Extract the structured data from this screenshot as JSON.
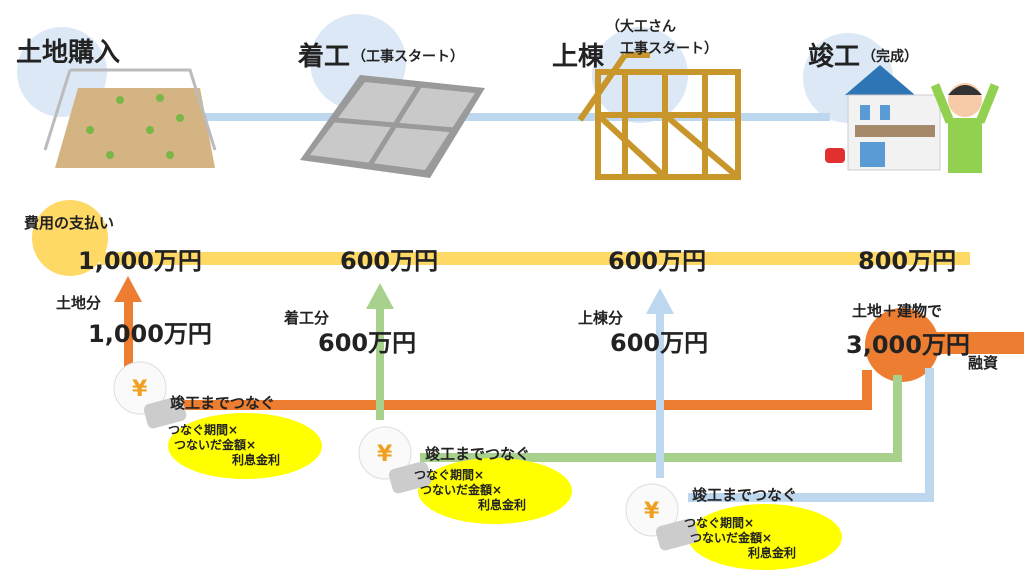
{
  "stages": [
    {
      "title": "土地購入",
      "sub": ""
    },
    {
      "title": "着工",
      "sub": "（工事スタート）"
    },
    {
      "title": "上棟",
      "sub_line1": "（大工さん",
      "sub_line2": "工事スタート）"
    },
    {
      "title": "竣工",
      "sub": "（完成）"
    }
  ],
  "payments": {
    "label": "費用の支払い",
    "amounts": [
      "1,000万円",
      "600万円",
      "600万円",
      "800万円"
    ]
  },
  "loans": [
    {
      "label": "土地分",
      "amount": "1,000万円",
      "bridge": "竣工までつなぐ",
      "note": [
        "つなぐ期間×",
        "つないだ金額×",
        "利息金利"
      ]
    },
    {
      "label": "着工分",
      "amount": "600万円",
      "bridge": "竣工までつなぐ",
      "note": [
        "つなぐ期間×",
        "つないだ金額×",
        "利息金利"
      ]
    },
    {
      "label": "上棟分",
      "amount": "600万円",
      "bridge": "竣工までつなぐ",
      "note": [
        "つなぐ期間×",
        "つないだ金額×",
        "利息金利"
      ]
    }
  ],
  "financing": {
    "label": "土地＋建物で",
    "amount": "3,000万円",
    "tag": "融資"
  },
  "colors": {
    "orange": "#ed7d31",
    "green": "#a9d18e",
    "blue": "#bdd7ee",
    "yellow": "#ffd966",
    "note": "#ffff00",
    "circle": "#dce8f5"
  }
}
